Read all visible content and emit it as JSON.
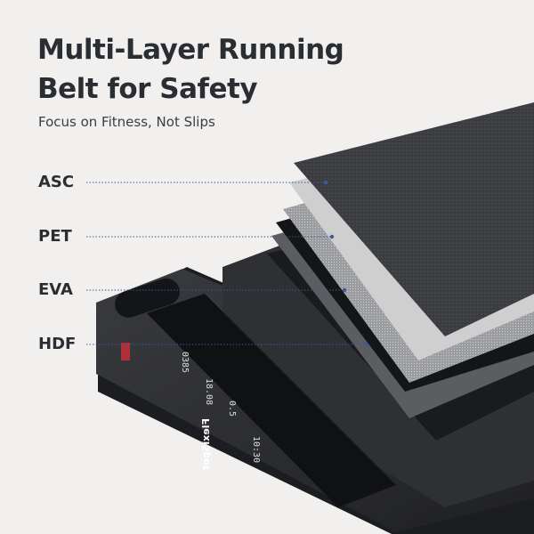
{
  "headline": {
    "line1": "Multi-Layer Running",
    "line2": "Belt for Safety",
    "subtitle": "Focus on Fitness, Not Slips"
  },
  "layers": [
    {
      "label": "ASC"
    },
    {
      "label": "PET"
    },
    {
      "label": "EVA"
    },
    {
      "label": "HDF"
    }
  ],
  "product": {
    "brand": "FlexiSpot",
    "display_readings": [
      "0385",
      "18.08",
      "0.5",
      "10:30"
    ]
  },
  "colors": {
    "background": "#f1f0ee",
    "text": "#2a2e33",
    "leader_line": "#3a5a9a",
    "body": "#2b2c2f"
  }
}
